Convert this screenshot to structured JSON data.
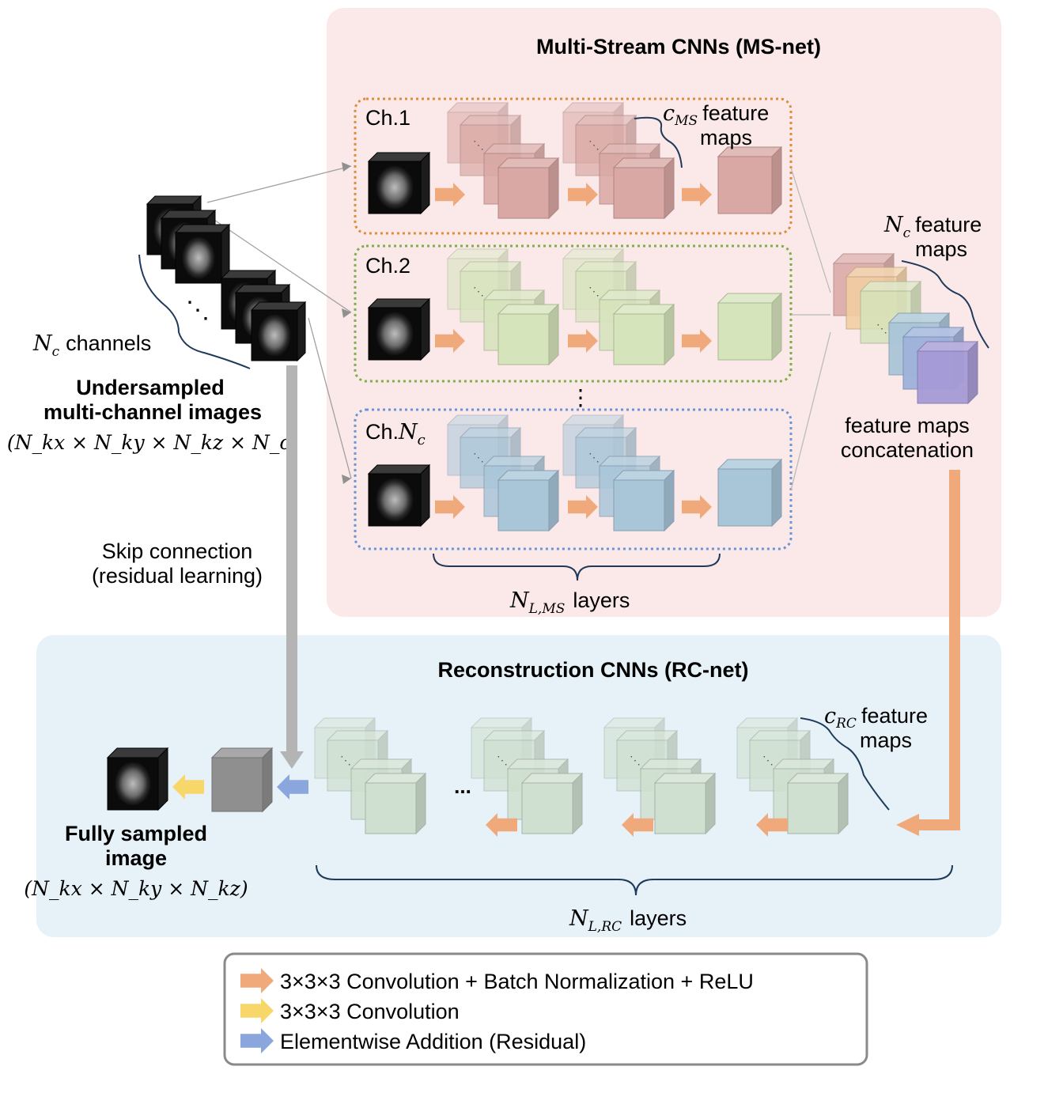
{
  "ms_net": {
    "title": "Multi-Stream CNNs (MS-net)",
    "channels": [
      {
        "label": "Ch.1",
        "color": "orange"
      },
      {
        "label": "Ch.2",
        "color": "green"
      },
      {
        "label": "Ch.",
        "label_sub": "c",
        "label_var": "N",
        "color": "blue"
      }
    ],
    "c_ms_label": {
      "var": "c",
      "sub": "MS",
      "text1": "feature",
      "text2": "maps"
    },
    "layers_label": {
      "var": "N",
      "sub": "L,MS",
      "text": "layers"
    },
    "vdots": "⋮"
  },
  "concat": {
    "nc_label": {
      "var": "N",
      "sub": "c",
      "text1": "feature",
      "text2": "maps"
    },
    "caption_line1": "feature maps",
    "caption_line2": "concatenation"
  },
  "input": {
    "nc_label": {
      "var": "N",
      "sub": "c",
      "text": "channels"
    },
    "title_line1": "Undersampled",
    "title_line2": "multi-channel images",
    "dims": "(N_kx × N_ky × N_kz × N_c)",
    "dots": "⋱"
  },
  "skip": {
    "line1": "Skip connection",
    "line2": "(residual learning)"
  },
  "rc_net": {
    "title": "Reconstruction CNNs (RC-net)",
    "c_rc_label": {
      "var": "c",
      "sub": "RC",
      "text1": "feature",
      "text2": "maps"
    },
    "layers_label": {
      "var": "N",
      "sub": "L,RC",
      "text": "layers"
    },
    "dots": "..."
  },
  "output": {
    "title_line1": "Fully sampled",
    "title_line2": "image",
    "dims": "(N_kx × N_ky × N_kz)"
  },
  "legend": [
    {
      "arrow": "conv-bn-relu-arrow",
      "color": "#f0a97a",
      "label": "3×3×3 Convolution + Batch Normalization + ReLU"
    },
    {
      "arrow": "conv-arrow",
      "color": "#f8d76a",
      "label": "3×3×3 Convolution"
    },
    {
      "arrow": "residual-arrow",
      "color": "#8aa6dc",
      "label": "Elementwise Addition (Residual)"
    }
  ],
  "colors": {
    "ms_bg": "#fbe9e9",
    "rc_bg": "#e6f1f8",
    "ch1_border": "#e08a3c",
    "ch2_border": "#7bb04a",
    "chN_border": "#6a95d4",
    "red_cube": "#d9a8a4",
    "green_cube": "#d6e4bc",
    "blue_cube": "#a9c6d9",
    "rc_cube": "#cfe0d0",
    "purple_cube": "#a69ad6",
    "gray_cube": "#8f8f8f",
    "arrow_orange": "#f0a97a",
    "arrow_yellow": "#f8d76a",
    "arrow_blue": "#8aa6dc",
    "skip_gray": "#b4b4b4"
  }
}
